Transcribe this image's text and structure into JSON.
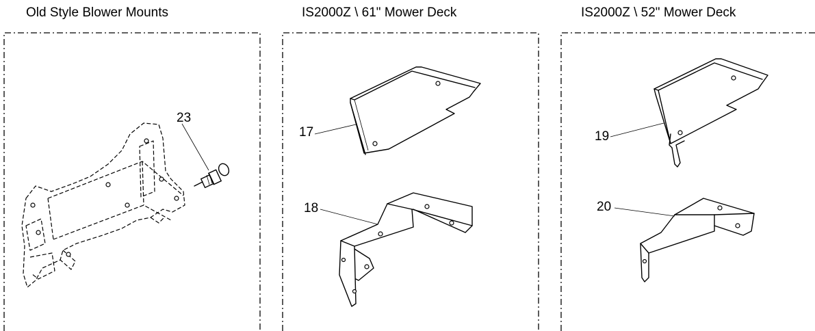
{
  "panels": [
    {
      "title": "Old Style Blower Mounts",
      "callouts": [
        "23"
      ]
    },
    {
      "title": "IS2000Z \\ 61\" Mower Deck",
      "callouts": [
        "17",
        "18"
      ]
    },
    {
      "title": "IS2000Z \\ 52\" Mower Deck",
      "callouts": [
        "19",
        "20"
      ]
    }
  ]
}
